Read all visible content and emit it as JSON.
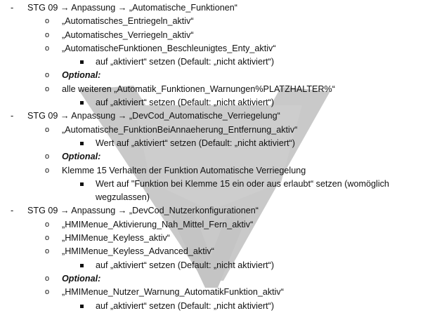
{
  "sections": [
    {
      "title": "STG 09 → Anpassung → „Automatische_Funktionen“",
      "items": [
        "„Automatisches_Entriegeln_aktiv“",
        "„Automatisches_Verriegeln_aktiv“",
        "„AutomatischeFunktionen_Beschleunigtes_Enty_aktiv“",
        "auf „aktiviert“ setzen (Default: „nicht aktiviert“)",
        "Optional:",
        "alle weiteren „Automatik_Funktionen_Warnungen%PLATZHALTER%“",
        "auf „aktiviert“ setzen (Default: „nicht aktiviert“)"
      ]
    },
    {
      "title": "STG 09 → Anpassung → „DevCod_Automatische_Verriegelung“",
      "items": [
        "„Automatische_FunktionBeiAnnaeherung_Entfernung_aktiv“",
        "Wert auf „aktiviert“ setzen (Default: „nicht aktiviert“)",
        "Optional:",
        "Klemme 15 Verhalten der Funktion Automatische Verriegelung",
        "Wert auf \"Funktion bei Klemme 15 ein oder aus erlaubt“ setzen (womöglich",
        "wegzulassen)"
      ]
    },
    {
      "title": "STG 09 → Anpassung → „DevCod_Nutzerkonfigurationen“",
      "items": [
        "„HMIMenue_Aktivierung_Nah_Mittel_Fern_aktiv“",
        "„HMIMenue_Keyless_aktiv“",
        "„HMIMenue_Keyless_Advanced_aktiv“",
        "auf „aktiviert“ setzen (Default: „nicht aktiviert“)",
        "Optional:",
        "„HMIMenue_Nutzer_Warnung_AutomatikFunktion_aktiv“",
        "auf „aktiviert“ setzen (Default: „nicht aktiviert“)"
      ]
    }
  ],
  "bullets": {
    "dash": "-",
    "circle": "o"
  }
}
